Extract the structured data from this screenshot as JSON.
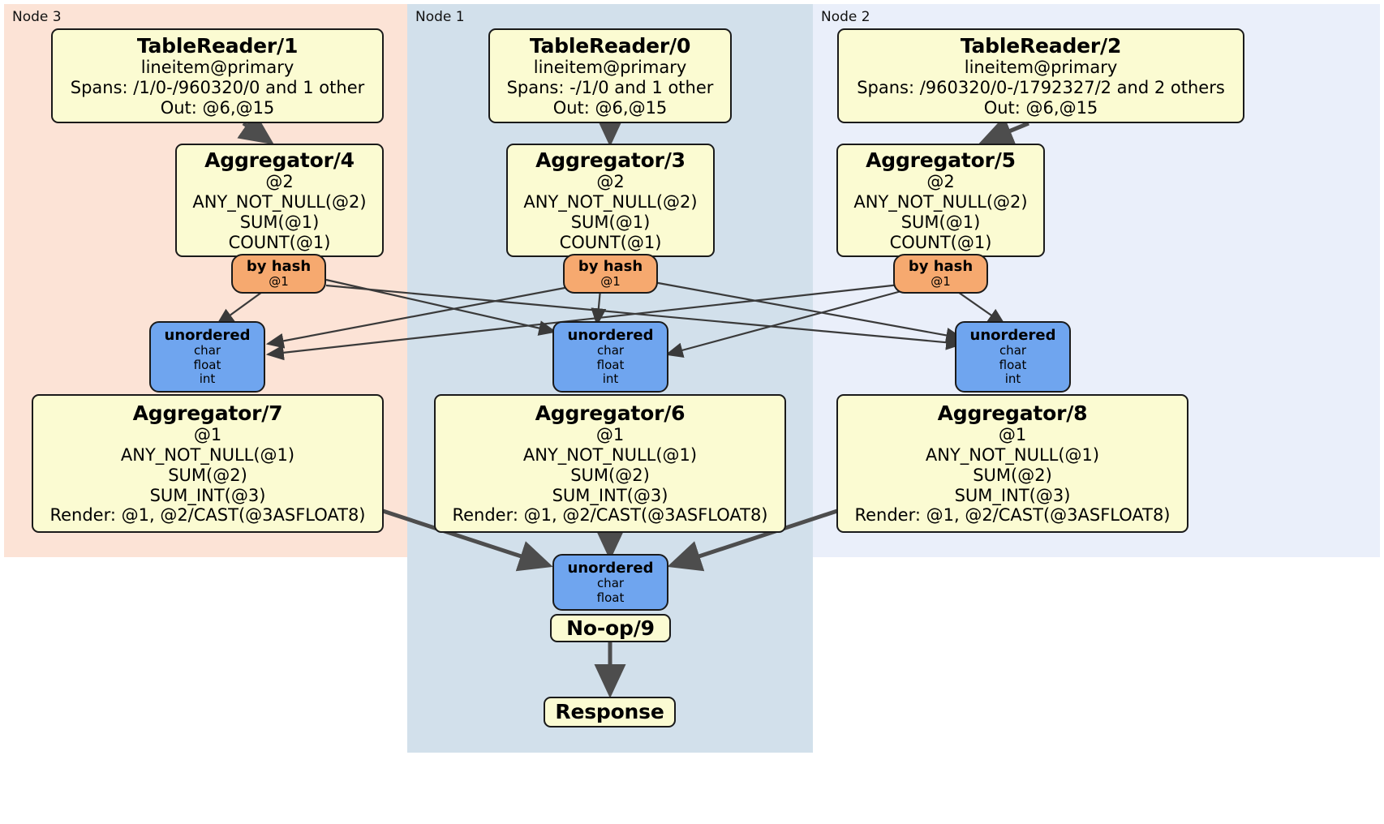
{
  "diagram": {
    "type": "distributed-query-plan",
    "colors": {
      "node3_panel": "#fce3d6",
      "node1_panel": "#d2e0eb",
      "node2_panel": "#eaeffa",
      "processor_box": "#fbfbd2",
      "hash_router": "#f6a96f",
      "unordered_router": "#6fa5ef",
      "edge": "#4d4d4d",
      "border": "#1a1a1a"
    }
  },
  "panels": [
    {
      "label": "Node 3"
    },
    {
      "label": "Node 1"
    },
    {
      "label": "Node 2"
    }
  ],
  "table_readers": [
    {
      "title": "TableReader/1",
      "table": "lineitem@primary",
      "spans": "Spans: /1/0-/960320/0 and 1 other",
      "out": "Out: @6,@15"
    },
    {
      "title": "TableReader/0",
      "table": "lineitem@primary",
      "spans": "Spans: -/1/0 and 1 other",
      "out": "Out: @6,@15"
    },
    {
      "title": "TableReader/2",
      "table": "lineitem@primary",
      "spans": "Spans: /960320/0-/1792327/2 and 2 others",
      "out": "Out: @6,@15"
    }
  ],
  "local_aggregators": [
    {
      "title": "Aggregator/4",
      "group": "@2",
      "agg1": "ANY_NOT_NULL(@2)",
      "agg2": "SUM(@1)",
      "agg3": "COUNT(@1)"
    },
    {
      "title": "Aggregator/3",
      "group": "@2",
      "agg1": "ANY_NOT_NULL(@2)",
      "agg2": "SUM(@1)",
      "agg3": "COUNT(@1)"
    },
    {
      "title": "Aggregator/5",
      "group": "@2",
      "agg1": "ANY_NOT_NULL(@2)",
      "agg2": "SUM(@1)",
      "agg3": "COUNT(@1)"
    }
  ],
  "hash_routers": [
    {
      "title": "by hash",
      "column": "@1"
    },
    {
      "title": "by hash",
      "column": "@1"
    },
    {
      "title": "by hash",
      "column": "@1"
    }
  ],
  "unordered_inputs": [
    {
      "title": "unordered",
      "t1": "char",
      "t2": "float",
      "t3": "int"
    },
    {
      "title": "unordered",
      "t1": "char",
      "t2": "float",
      "t3": "int"
    },
    {
      "title": "unordered",
      "t1": "char",
      "t2": "float",
      "t3": "int"
    }
  ],
  "final_aggregators": [
    {
      "title": "Aggregator/7",
      "group": "@1",
      "agg1": "ANY_NOT_NULL(@1)",
      "agg2": "SUM(@2)",
      "agg3": "SUM_INT(@3)",
      "render": "Render: @1, @2/CAST(@3ASFLOAT8)"
    },
    {
      "title": "Aggregator/6",
      "group": "@1",
      "agg1": "ANY_NOT_NULL(@1)",
      "agg2": "SUM(@2)",
      "agg3": "SUM_INT(@3)",
      "render": "Render: @1, @2/CAST(@3ASFLOAT8)"
    },
    {
      "title": "Aggregator/8",
      "group": "@1",
      "agg1": "ANY_NOT_NULL(@1)",
      "agg2": "SUM(@2)",
      "agg3": "SUM_INT(@3)",
      "render": "Render: @1, @2/CAST(@3ASFLOAT8)"
    }
  ],
  "final_merge": {
    "title": "unordered",
    "t1": "char",
    "t2": "float"
  },
  "noop": {
    "title": "No-op/9"
  },
  "response": {
    "title": "Response"
  }
}
